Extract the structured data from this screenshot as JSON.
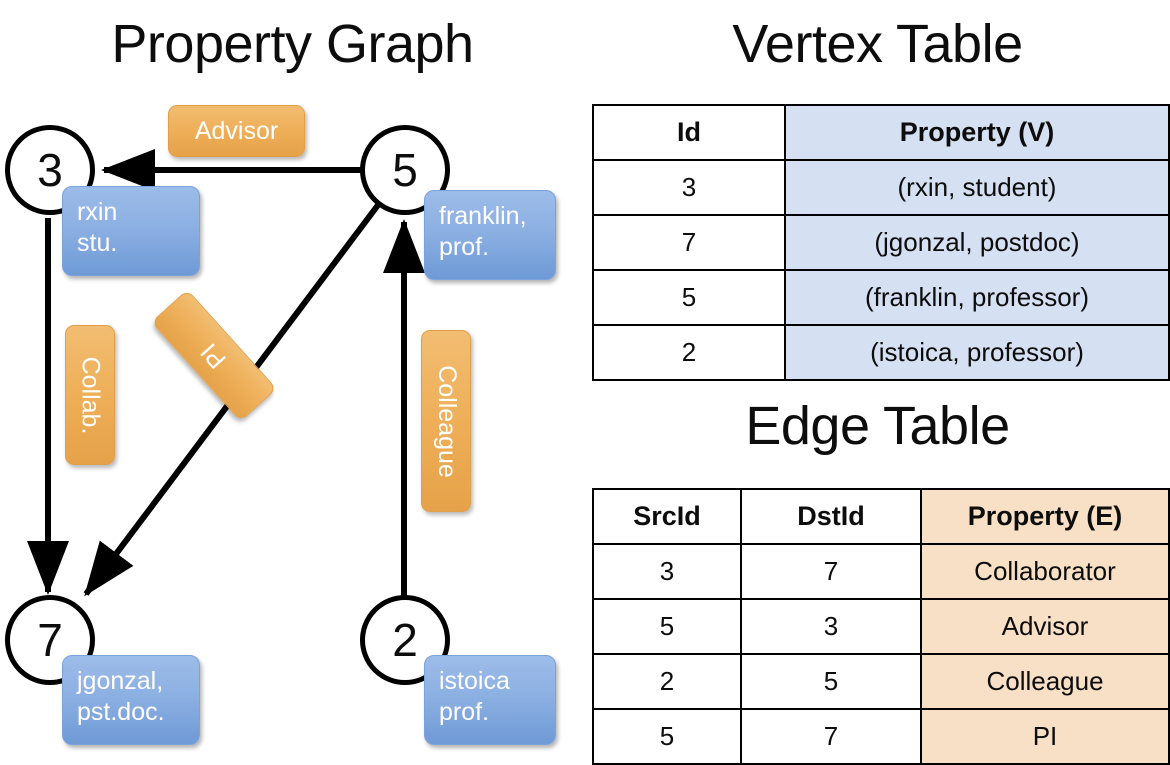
{
  "titles": {
    "property_graph": "Property Graph",
    "vertex_table": "Vertex Table",
    "edge_table": "Edge Table"
  },
  "colors": {
    "vertex_header_fill": "#d5e0f2",
    "edge_header_fill": "#f7e0c6",
    "node_box_blue": "#8db0e3",
    "edge_label_orange": "#eeaf58",
    "stroke": "#000000",
    "background": "#ffffff"
  },
  "graph": {
    "nodes": [
      {
        "id": "3",
        "property_line1": "rxin",
        "property_line2": "stu."
      },
      {
        "id": "5",
        "property_line1": "franklin,",
        "property_line2": "prof."
      },
      {
        "id": "7",
        "property_line1": "jgonzal,",
        "property_line2": "pst.doc."
      },
      {
        "id": "2",
        "property_line1": "istoica",
        "property_line2": "prof."
      }
    ],
    "edge_labels": [
      {
        "name": "advisor",
        "text": "Advisor",
        "orientation": "horizontal"
      },
      {
        "name": "collab",
        "text": "Collab.",
        "orientation": "vertical"
      },
      {
        "name": "pi",
        "text": "PI",
        "orientation": "diagonal"
      },
      {
        "name": "colleague",
        "text": "Colleague",
        "orientation": "vertical"
      }
    ],
    "edges": [
      {
        "src": "5",
        "dst": "3",
        "label": "Advisor"
      },
      {
        "src": "3",
        "dst": "7",
        "label": "Collab."
      },
      {
        "src": "5",
        "dst": "7",
        "label": "PI"
      },
      {
        "src": "2",
        "dst": "5",
        "label": "Colleague"
      }
    ]
  },
  "vertex_table": {
    "headers": [
      "Id",
      "Property (V)"
    ],
    "rows": [
      {
        "id": "3",
        "property": "(rxin, student)"
      },
      {
        "id": "7",
        "property": "(jgonzal, postdoc)"
      },
      {
        "id": "5",
        "property": "(franklin, professor)"
      },
      {
        "id": "2",
        "property": "(istoica, professor)"
      }
    ]
  },
  "edge_table": {
    "headers": [
      "SrcId",
      "DstId",
      "Property (E)"
    ],
    "rows": [
      {
        "src": "3",
        "dst": "7",
        "property": "Collaborator"
      },
      {
        "src": "5",
        "dst": "3",
        "property": "Advisor"
      },
      {
        "src": "2",
        "dst": "5",
        "property": "Colleague"
      },
      {
        "src": "5",
        "dst": "7",
        "property": "PI"
      }
    ]
  }
}
